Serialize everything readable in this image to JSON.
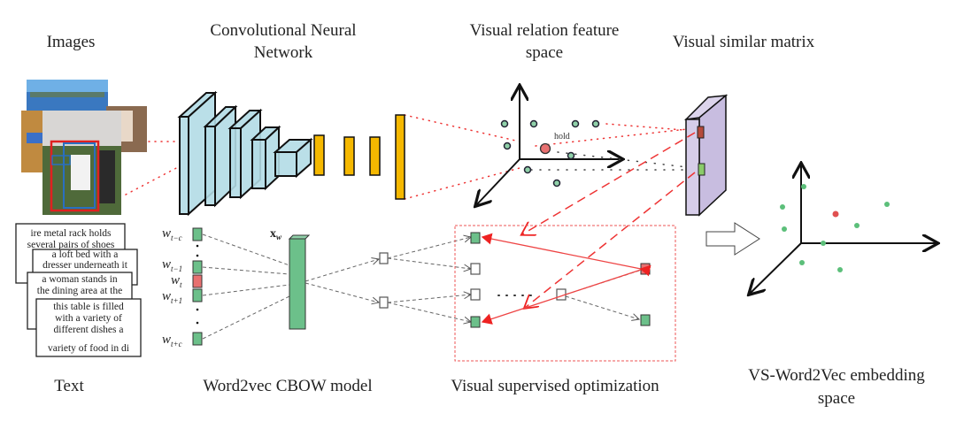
{
  "labels": {
    "images": "Images",
    "cnn_line1": "Convolutional Neural",
    "cnn_line2": "Network",
    "vrfs_line1": "Visual relation feature",
    "vrfs_line2": "space",
    "vsm": "Visual similar matrix",
    "text": "Text",
    "cbow": "Word2vec CBOW model",
    "vso": "Visual supervised optimization",
    "emb_line1": "VS-Word2Vec embedding",
    "emb_line2": "space"
  },
  "captions": [
    [
      "ire metal rack holds",
      "several pairs of shoes"
    ],
    [
      "a loft bed with a",
      "dresser underneath it"
    ],
    [
      "a woman stands in",
      "the dining area at the"
    ],
    [
      "this table is filled",
      "with a variety of",
      "different dishes  a",
      "variety of food in di"
    ]
  ],
  "cbow": {
    "w": "w",
    "subs": [
      "t−c",
      "t−1",
      "t",
      "t+1",
      "t+c"
    ],
    "xw": "x",
    "xw_sub": "w"
  },
  "feature_space": {
    "point_label": "hold"
  },
  "colors": {
    "green": "#6cc08a",
    "red": "#e87070",
    "cnn": "#b3dbe6",
    "fc": "#f5b800",
    "matrix": "#c8bde0",
    "link": "#e33"
  }
}
